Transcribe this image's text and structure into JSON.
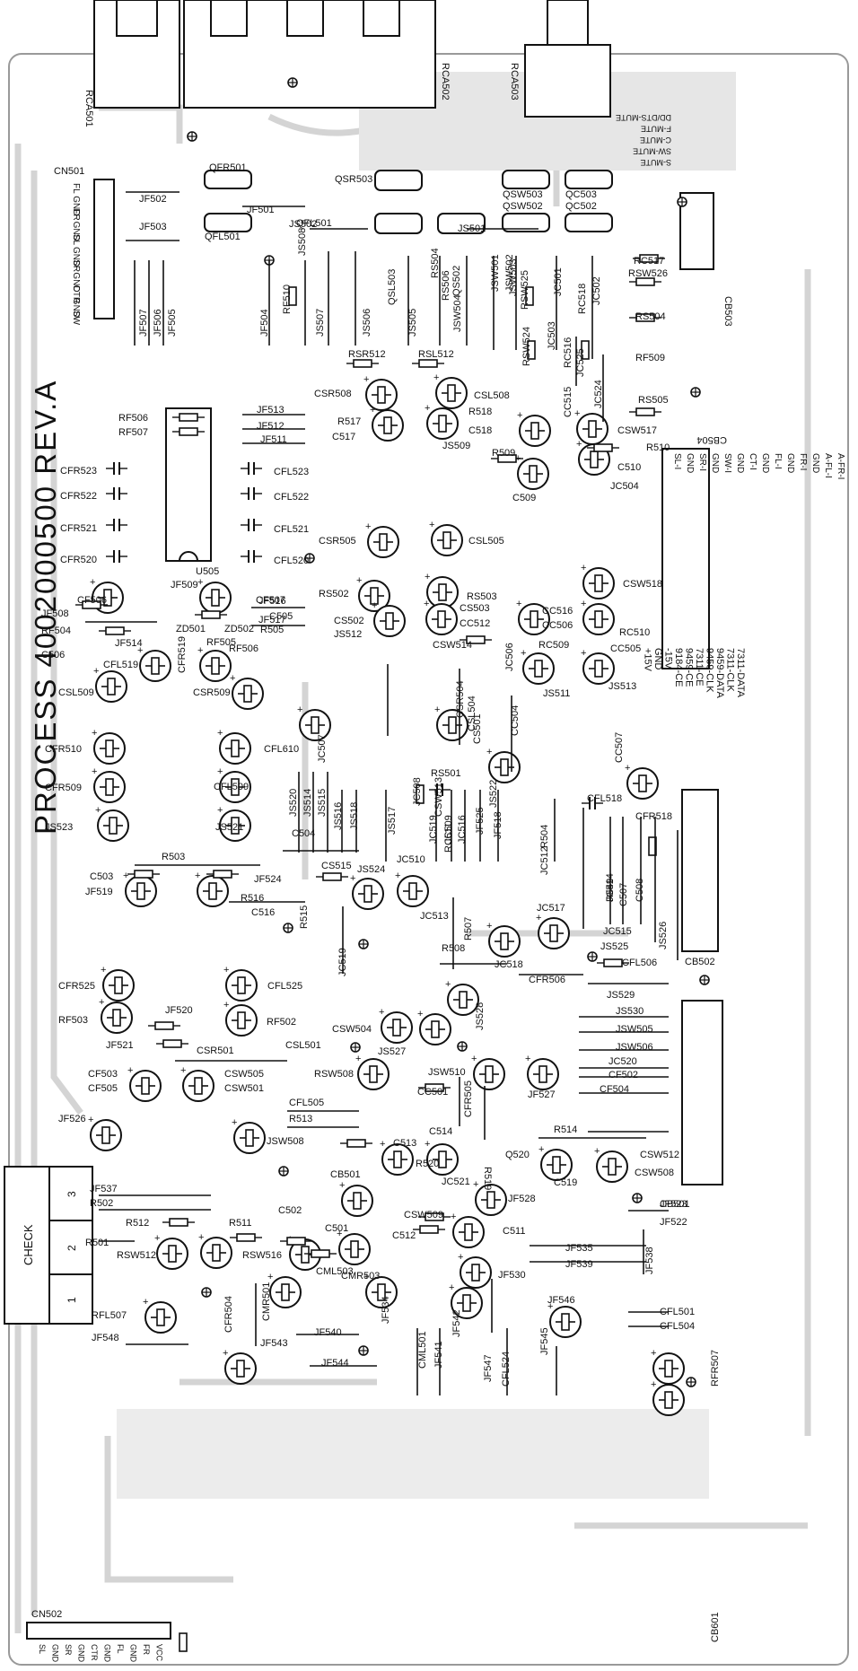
{
  "board": {
    "title": "PROCESS    4002000500    REV.A",
    "connectors": {
      "rca501": "RCA501",
      "rca502": "RCA502",
      "rca503": "RCA503",
      "cn501": "CN501",
      "cn502": "CN502",
      "cb501": "CB501",
      "cb502": "CB502",
      "cb503": "CB503",
      "cb504": "CB504",
      "cb601": "CB601"
    },
    "cn501_pins": [
      "FL",
      "GND",
      "FR",
      "GND",
      "SL",
      "GND",
      "SR",
      "GND",
      "CTR",
      "GND",
      "SW"
    ],
    "cn502_pins": [
      "SL",
      "GND",
      "SR",
      "GND",
      "CTR",
      "GND",
      "FL",
      "GND",
      "FR",
      "VCC"
    ],
    "cb503_pins": [
      "DD/DTS-MUTE",
      "F-MUTE",
      "C-MUTE",
      "SW-MUTE",
      "S-MUTE"
    ],
    "cb504_pins": [
      "SL-I",
      "GND",
      "SR-I",
      "GND",
      "SW-I",
      "GND",
      "CT-I",
      "GND",
      "FL-I",
      "GND",
      "FR-I",
      "GND",
      "A-FL-I",
      "A-FR-I"
    ],
    "cb502_pins": [
      "7311-DATA",
      "7311-CLK",
      "9459-DATA",
      "9459-CLK",
      "7311-CE",
      "9459-CE",
      "9184-CE",
      "-15V",
      "GND",
      "+15V"
    ],
    "check_box": {
      "title": "CHECK",
      "cells": [
        "1",
        "2",
        "3"
      ]
    },
    "labels": [
      "QFR501",
      "QSR503",
      "QSW503",
      "QC503",
      "QSW502",
      "QC502",
      "QFL501",
      "QFL501",
      "JF502",
      "JF501",
      "JS502",
      "JS501",
      "JF503",
      "JS508",
      "QSL503",
      "QS502",
      "RS504",
      "RS506",
      "JSW501",
      "JSW502",
      "RSW525",
      "JC501",
      "RC518",
      "JC502",
      "RC517",
      "RSW526",
      "RS504",
      "RF509",
      "RS505",
      "JF507",
      "JF506",
      "JF505",
      "JF504",
      "RF510",
      "JS507",
      "JS506",
      "JS505",
      "JSW504",
      "JSW503",
      "JC503",
      "RC516",
      "JC525",
      "JC524",
      "RSW524",
      "RSR512",
      "RSL512",
      "CSR508",
      "CSL508",
      "R517",
      "C517",
      "C518",
      "R518",
      "JS509",
      "CC515",
      "CSW517",
      "R510",
      "C510",
      "JC504",
      "R509",
      "C509",
      "JF513",
      "JF512",
      "JF511",
      "RF506",
      "RF507",
      "CFR523",
      "CFR522",
      "CFR521",
      "CFR520",
      "CFL523",
      "CFL522",
      "CFL521",
      "CFL520",
      "U505",
      "CSR505",
      "CSL505",
      "CF506",
      "JF509",
      "CF507",
      "ZD501",
      "ZD502",
      "JF508",
      "RF504",
      "JF514",
      "RF505",
      "RF506",
      "JF516",
      "JF517",
      "R505",
      "C505",
      "C506",
      "CFL519",
      "CFR519",
      "CSR509",
      "CSL509",
      "RS502",
      "RS503",
      "CS502",
      "CS503",
      "JS512",
      "CC512",
      "CSW514",
      "CC516",
      "CSW518",
      "CC506",
      "RC510",
      "RC509",
      "CC505",
      "JC506",
      "JS511",
      "JS513",
      "CSR504",
      "CSL504",
      "JC507",
      "CS501",
      "CC504",
      "RS501",
      "JS522",
      "JC508",
      "CSW513",
      "CC507",
      "CFR518",
      "CFL518",
      "CFR510",
      "CFL610",
      "CFR509",
      "CFL509",
      "JS523",
      "JS521",
      "JS520",
      "JS514",
      "JS515",
      "JS516",
      "JS518",
      "JS517",
      "JC519",
      "JC509",
      "JC516",
      "JF525",
      "JF518",
      "R504",
      "C504",
      "R503",
      "C503",
      "JF519",
      "JF524",
      "R516",
      "C516",
      "R515",
      "CS515",
      "JS524",
      "JC510",
      "RC511",
      "JC513",
      "JC512",
      "JC514",
      "R549",
      "C507",
      "C508",
      "R507",
      "JC517",
      "JC518",
      "JC515",
      "JS525",
      "JS526",
      "JC519",
      "R508",
      "CFR506",
      "CFL506",
      "CFR525",
      "CFL525",
      "RF503",
      "RF502",
      "JF520",
      "JF521",
      "CSR501",
      "CSL501",
      "CSW504",
      "JS527",
      "JS528",
      "JS529",
      "JS530",
      "JSW505",
      "JSW506",
      "JC520",
      "CF502",
      "CF504",
      "CF503",
      "CF505",
      "CSW505",
      "CSW501",
      "RSW508",
      "JSW510",
      "CC501",
      "CFR505",
      "JF527",
      "JF526",
      "CFL505",
      "R513",
      "JSW508",
      "C513",
      "C514",
      "JC521",
      "R520",
      "R514",
      "Q520",
      "R519",
      "C519",
      "CSW512",
      "CSW508",
      "CB501",
      "JF528",
      "JF523",
      "JF522",
      "JF537",
      "R502",
      "R501",
      "R512",
      "R511",
      "C502",
      "C501",
      "RSW512",
      "RSW516",
      "CSW509",
      "C512",
      "C511",
      "CML503",
      "CMR503",
      "CMR501",
      "JF534",
      "JF530",
      "JF535",
      "JF539",
      "JF538",
      "CFR504",
      "JF540",
      "RFL507",
      "JF548",
      "JF543",
      "JF544",
      "CML501",
      "JF541",
      "JF542",
      "JF547",
      "CFL524",
      "JF545",
      "JF546",
      "CFL501",
      "CFL504",
      "RFR507"
    ]
  }
}
